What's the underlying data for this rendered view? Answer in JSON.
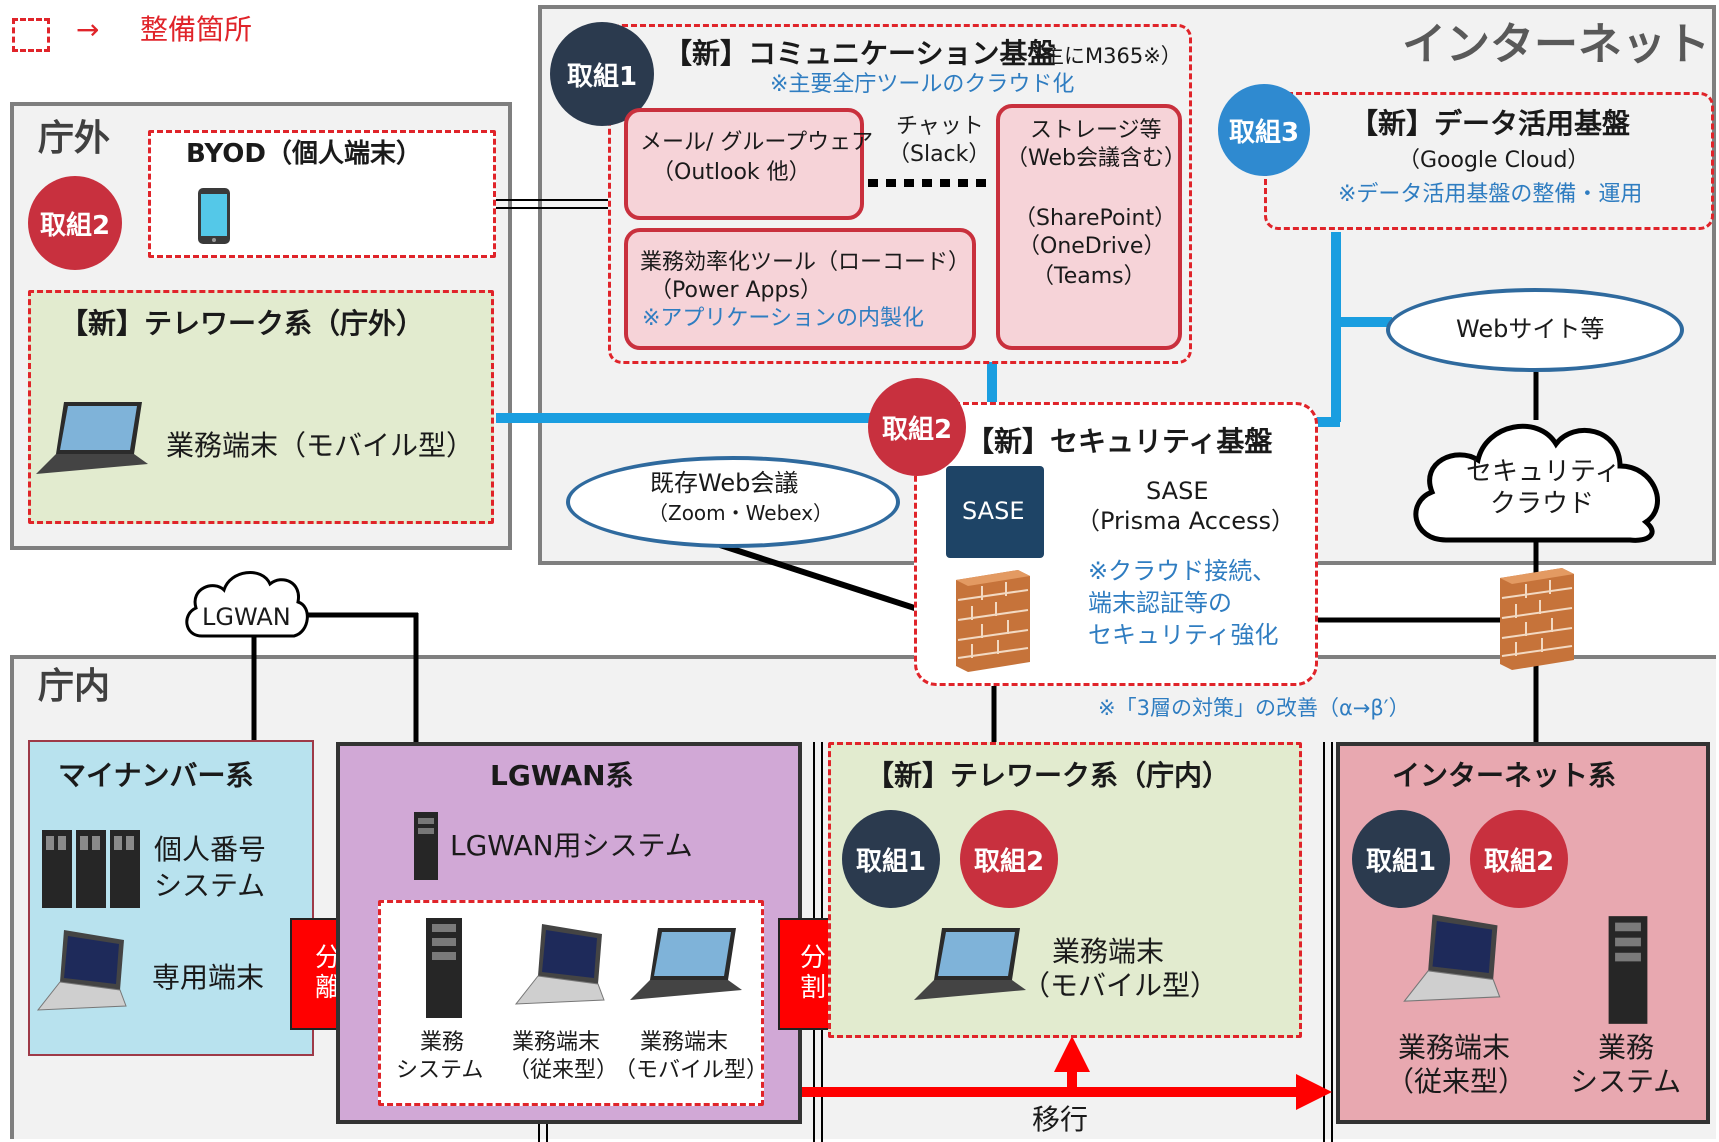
{
  "legend": {
    "arrow": "→",
    "label": "整備箇所"
  },
  "zones": {
    "internet": "インターネット",
    "outside": "庁外",
    "inside": "庁内"
  },
  "badges": {
    "t1": "取組1",
    "t2": "取組2",
    "t3": "取組3"
  },
  "comm": {
    "title": "【新】コミュニケーション基盤",
    "title_note": "（主にM365※）",
    "note": "※主要全庁ツールのクラウド化",
    "mail": [
      "メール/ グループウェア",
      "（Outlook 他）"
    ],
    "chat": [
      "チャット",
      "（Slack）"
    ],
    "storage": [
      "ストレージ等",
      "（Web会議含む）",
      "（SharePoint）",
      "（OneDrive）",
      "（Teams）"
    ],
    "lowcode": [
      "業務効率化ツール（ローコード）",
      "（Power Apps）"
    ],
    "lowcode_note": "※アプリケーションの内製化"
  },
  "data_platform": {
    "title": "【新】データ活用基盤",
    "sub": "（Google Cloud）",
    "note": "※データ活用基盤の整備・運用"
  },
  "website": "Webサイト等",
  "sec_cloud": [
    "セキュリティ",
    "クラウド"
  ],
  "byod": "BYOD（個人端末）",
  "telework_out": {
    "title": "【新】テレワーク系（庁外）",
    "device": "業務端末（モバイル型）"
  },
  "security": {
    "title": "【新】セキュリティ基盤",
    "sase_box": "SASE",
    "sase": "SASE",
    "sase_sub": "（Prisma Access）",
    "note": [
      "※クラウド接続、",
      "端末認証等の",
      "セキュリティ強化"
    ],
    "note2": "※「3層の対策」の改善（α→β′）"
  },
  "web_conf": {
    "title": "既存Web会議",
    "sub": "（Zoom・Webex）"
  },
  "lgwan_cloud": "LGWAN",
  "mynumber": {
    "title": "マイナンバー系",
    "system": [
      "個人番号",
      "システム"
    ],
    "terminal": "専用端末"
  },
  "split1": [
    "分",
    "離"
  ],
  "split2": [
    "分",
    "割"
  ],
  "lgwan": {
    "title": "LGWAN系",
    "system": "LGWAN用システム",
    "biz_sys": [
      "業務",
      "システム"
    ],
    "term_old": [
      "業務端末",
      "（従来型）"
    ],
    "term_mob": [
      "業務端末",
      "（モバイル型）"
    ]
  },
  "telework_in": {
    "title": "【新】テレワーク系（庁内）",
    "device": [
      "業務端末",
      "（モバイル型）"
    ]
  },
  "internet_sys": {
    "title": "インターネット系",
    "term": [
      "業務端末",
      "（従来型）"
    ],
    "sys": [
      "業務",
      "システム"
    ]
  },
  "migrate": "移行",
  "colors": {
    "red": "#e0242a",
    "navy": "#2b3a4e",
    "blue": "#2f7dc1",
    "cyan": "#1a9ee0"
  }
}
